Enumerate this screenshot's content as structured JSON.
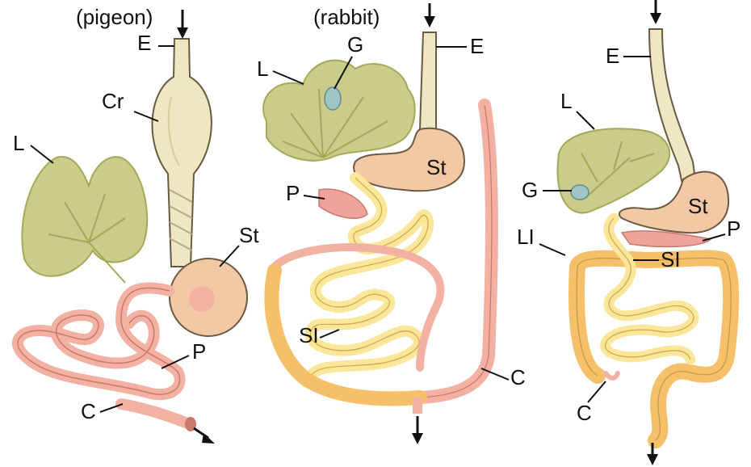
{
  "colors": {
    "liver": "#c9cc8a",
    "liver_dark": "#a5a957",
    "esophagus": "#efe6c4",
    "stomach": "#f3c9a5",
    "small_intestine": "#fbe69a",
    "pancreas": "#f0a39a",
    "intestine_pink": "#f3b1a4",
    "large_intestine_orange": "#f6c06a",
    "gallbladder": "#9ec6c7",
    "outline": "#6b5a42"
  },
  "panels": [
    {
      "title": "(pigeon)",
      "labels": {
        "E": "E",
        "Cr": "Cr",
        "L": "L",
        "St": "St",
        "P": "P",
        "C": "C"
      }
    },
    {
      "title": "(rabbit)",
      "labels": {
        "L": "L",
        "G": "G",
        "E": "E",
        "St": "St",
        "P": "P",
        "SI": "SI",
        "C": "C"
      }
    },
    {
      "title": "",
      "labels": {
        "E": "E",
        "L": "L",
        "G": "G",
        "St": "St",
        "P": "P",
        "LI": "LI",
        "SI": "SI",
        "C": "C"
      }
    }
  ]
}
